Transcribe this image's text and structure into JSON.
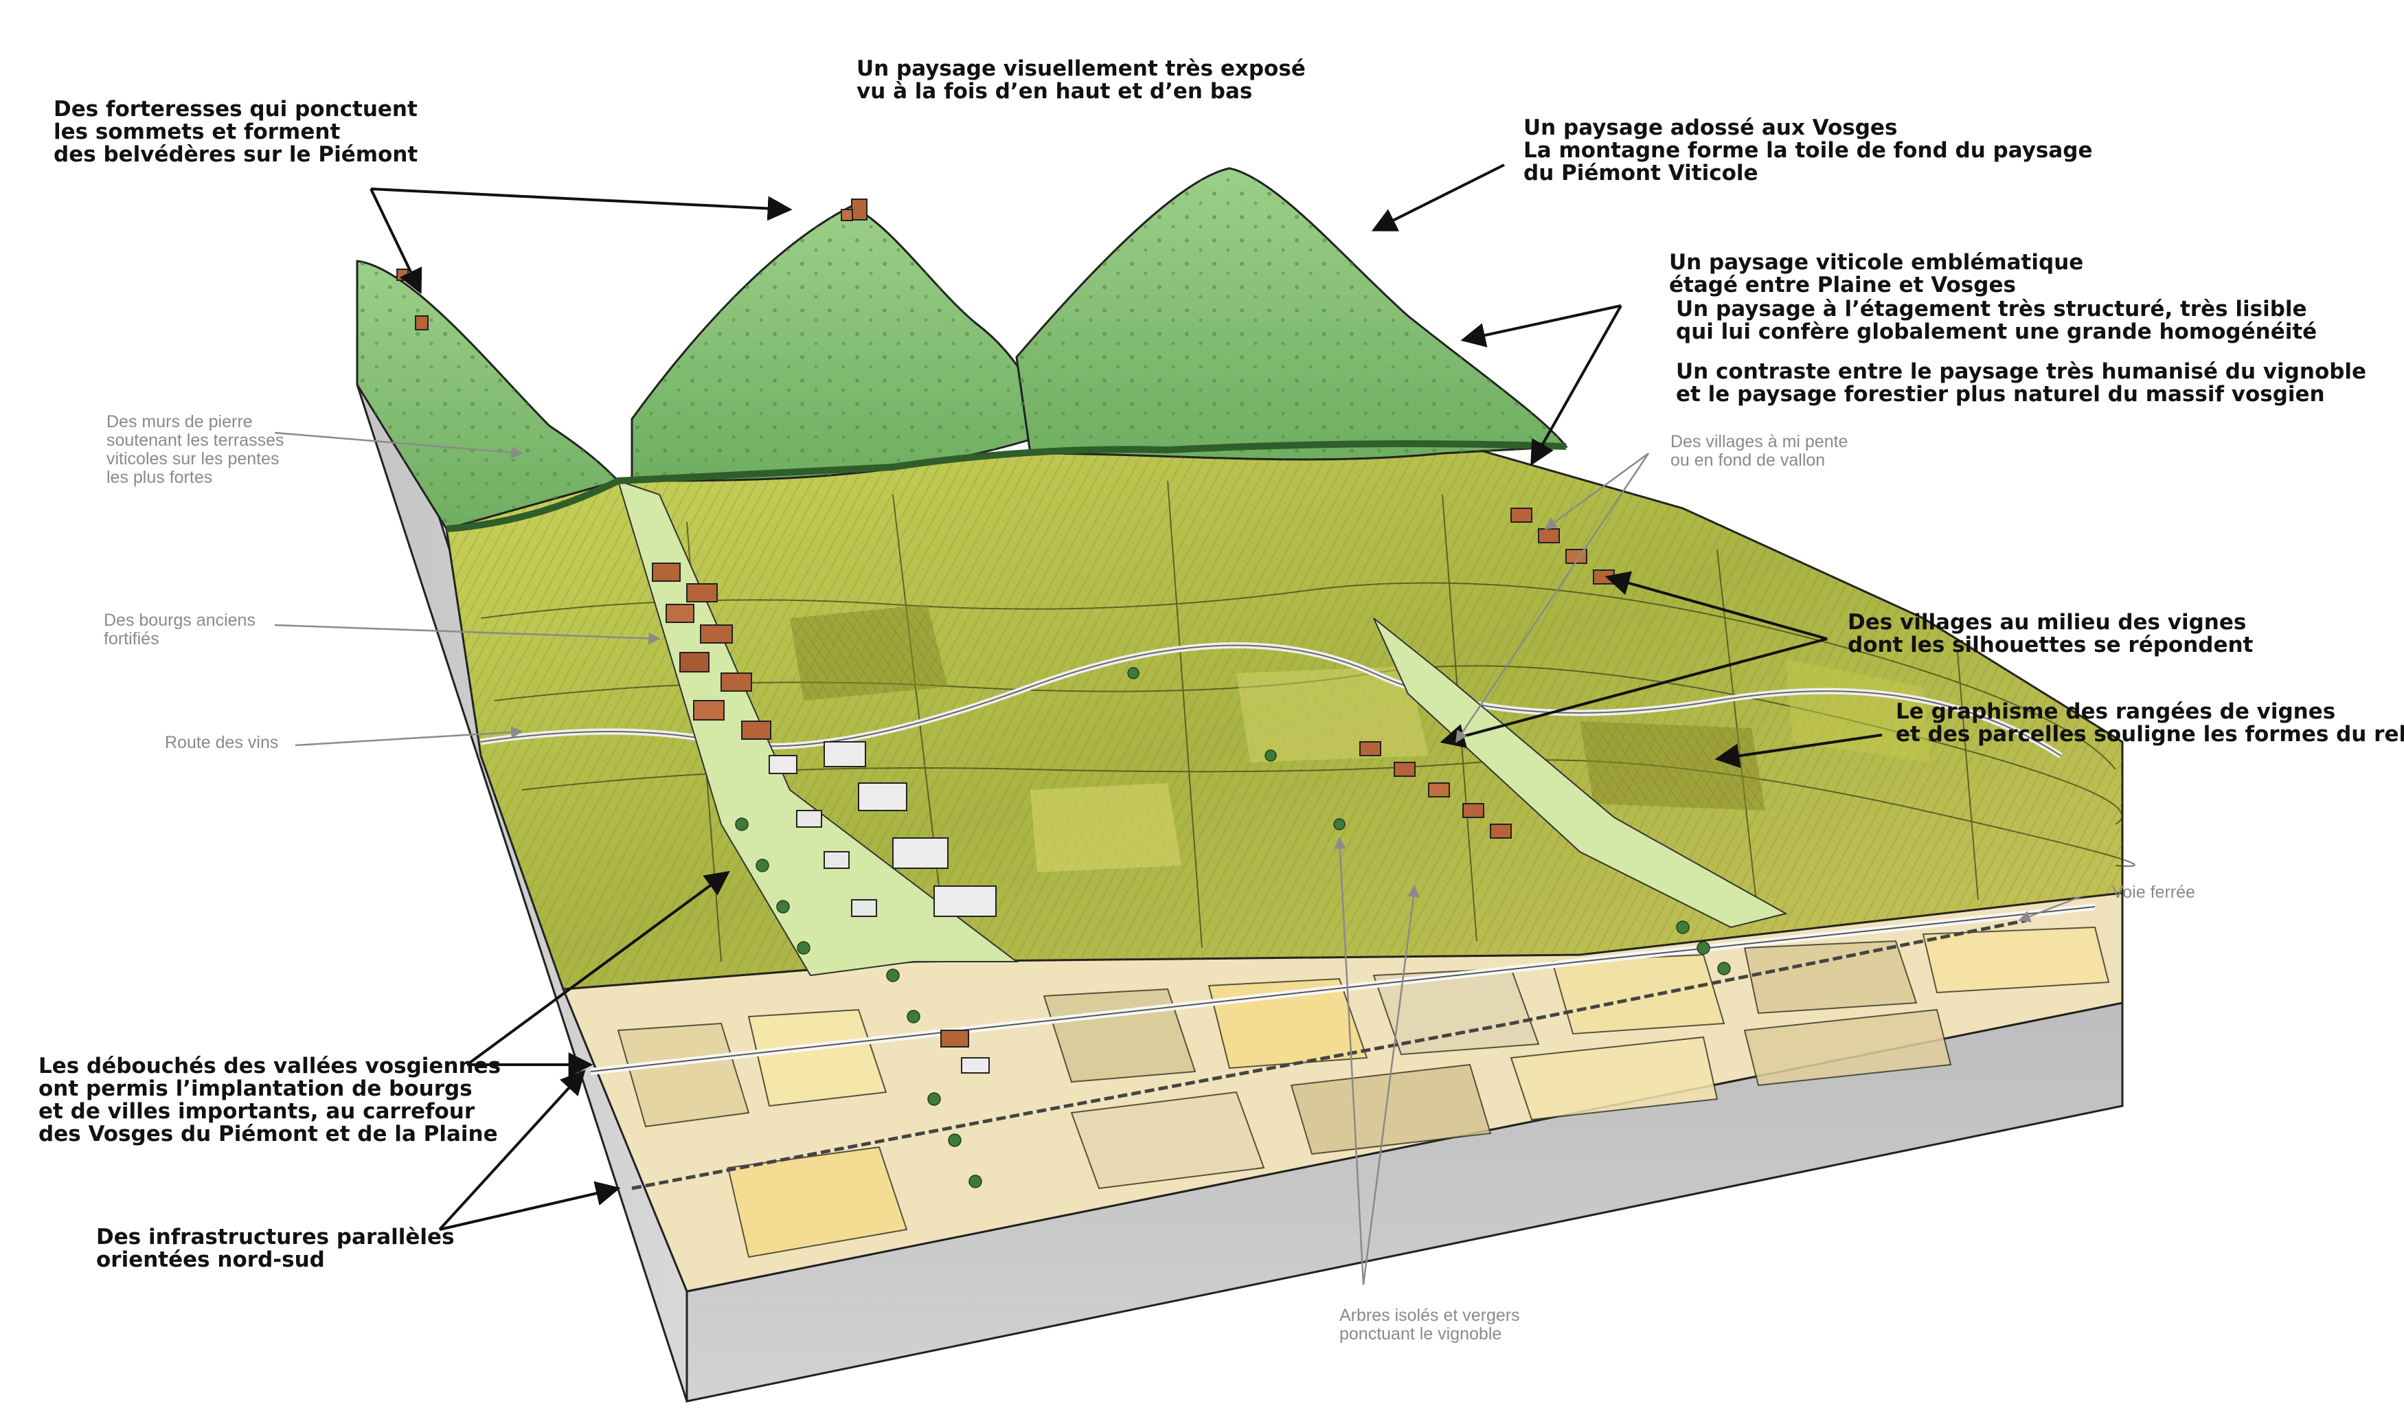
{
  "colors": {
    "forest": "#8fc57d",
    "forest_dark": "#3f7a3a",
    "vineyard": "#b7c64a",
    "vineyard_dark": "#8d8a2f",
    "plain_cream": "#f3e6c0",
    "plain_tan": "#d9c89a",
    "meadow": "#cfe7a6",
    "block_side": "#cfcfcf",
    "road": "#e8e8e8",
    "roof": "#b5643a",
    "label_dark": "#111111",
    "label_grey": "#8a8a8a"
  },
  "labels": {
    "forteresses": [
      "Des forteresses  qui ponctuent",
      "les sommets et forment",
      "des belvédères sur le Piémont"
    ],
    "expose": [
      "Un paysage visuellement très exposé",
      "vu à la fois d’en haut et d’en bas"
    ],
    "adosse": [
      "Un paysage adossé aux Vosges",
      "La montagne forme la toile de fond du paysage",
      "du Piémont Viticole"
    ],
    "viticole": [
      "Un paysage viticole emblématique",
      "étagé entre Plaine et Vosges"
    ],
    "etagement": [
      "Un paysage à l’étagement très structuré, très lisible",
      "qui lui confère globalement une grande homogénéité"
    ],
    "contraste": [
      "Un contraste entre le paysage très humanisé du vignoble",
      "et le paysage forestier plus naturel du massif vosgien"
    ],
    "villages_milieu": [
      "Des villages au milieu des vignes",
      "dont les silhouettes se répondent"
    ],
    "graphisme": [
      "Le graphisme des rangées de vignes",
      "et des parcelles souligne les formes du relief"
    ],
    "debouches": [
      "Les débouchés des vallées vosgiennes",
      "ont permis l’implantation de bourgs",
      "et de villes importants, au carrefour",
      "des Vosges du Piémont et de la Plaine"
    ],
    "infrastructures": [
      "Des infrastructures parallèles",
      "orientées nord-sud"
    ],
    "murs": [
      "Des murs de pierre",
      "soutenant les terrasses",
      "viticoles sur les pentes",
      "les plus fortes"
    ],
    "bourgs": [
      "Des bourgs anciens",
      "fortifiés"
    ],
    "route": [
      "Route des vins"
    ],
    "villages_pente": [
      "Des villages à mi pente",
      "ou en fond de vallon"
    ],
    "voie": [
      "Voie ferrée"
    ],
    "arbres": [
      "Arbres isolés et vergers",
      "ponctuant le vignoble"
    ]
  }
}
